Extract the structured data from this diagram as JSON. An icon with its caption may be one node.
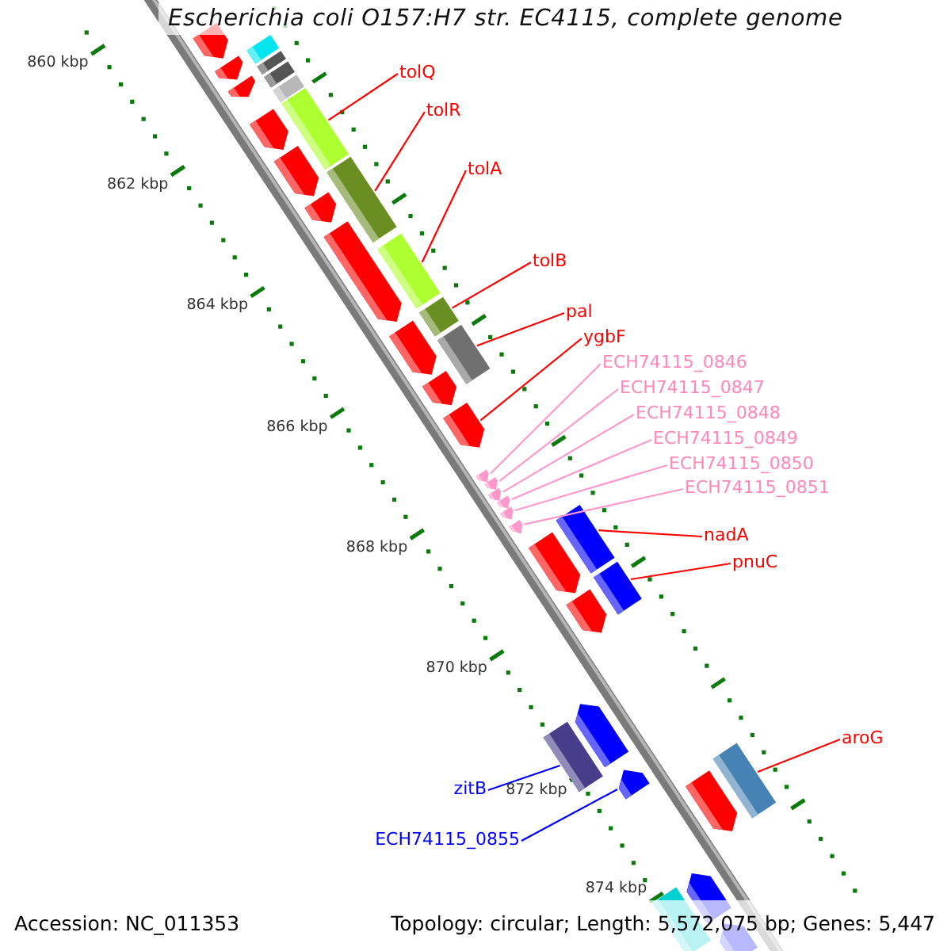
{
  "diagram": {
    "title": "Escherichia coli O157:H7 str. EC4115, complete genome",
    "nodes": [
      {
        "text": [
          "tolQ"
        ]
      },
      {
        "text": [
          "tolR"
        ]
      },
      {
        "text": [
          "tolA"
        ]
      },
      {
        "text": [
          "tolB"
        ]
      },
      {
        "text": [
          "pal"
        ]
      },
      {
        "text": [
          "ygbF"
        ]
      },
      {
        "text": [
          "ECH74115_0846"
        ]
      },
      {
        "text": [
          "ECH74115_0847"
        ]
      },
      {
        "text": [
          "ECH74115_0848"
        ]
      },
      {
        "text": [
          "ECH74115_0849"
        ]
      },
      {
        "text": [
          "ECH74115_0850"
        ]
      },
      {
        "text": [
          "ECH74115_0851"
        ]
      },
      {
        "text": [
          "nadA"
        ]
      },
      {
        "text": [
          "pnuC"
        ]
      },
      {
        "text": [
          "aroG"
        ]
      },
      {
        "text": [
          "zitB"
        ]
      },
      {
        "text": [
          "ECH74115_0855"
        ]
      },
      {
        "text": [],
        "shape": "bar"
      },
      {
        "text": [],
        "shape": "bar"
      },
      {
        "text": [],
        "shape": "bar"
      },
      {
        "text": [],
        "shape": "bar"
      },
      {
        "text": [],
        "shape": "bar"
      },
      {
        "text": [],
        "shape": "arrow"
      },
      {
        "text": [],
        "shape": "arrow"
      },
      {
        "text": [],
        "shape": "arrow"
      },
      {
        "text": [],
        "shape": "arrow"
      },
      {
        "text": [],
        "shape": "arrow"
      },
      {
        "text": [],
        "shape": "arrow"
      },
      {
        "text": [],
        "shape": "arrow"
      },
      {
        "text": [],
        "shape": "bar"
      },
      {
        "text": [],
        "shape": "bar"
      },
      {
        "text": [],
        "shape": "bar"
      },
      {
        "text": [],
        "shape": "bar"
      },
      {
        "text": [],
        "shape": "arrow"
      },
      {
        "text": [],
        "shape": "bar"
      },
      {
        "text": [],
        "shape": "arrow"
      },
      {
        "text": [],
        "shape": "bar"
      },
      {
        "text": [],
        "shape": "arrow"
      },
      {
        "text": [],
        "shape": "bar"
      },
      {
        "text": [],
        "shape": "arrow"
      },
      {
        "text": [],
        "shape": "bar"
      },
      {
        "text": [],
        "shape": "arrow"
      },
      {
        "text": [],
        "shape": "arrow"
      },
      {
        "text": [],
        "shape": "arrow"
      },
      {
        "text": [],
        "shape": "arrow"
      },
      {
        "text": [],
        "shape": "arrow"
      },
      {
        "text": [],
        "shape": "arrow"
      },
      {
        "text": [],
        "shape": "arrow"
      },
      {
        "text": [],
        "shape": "arrow"
      },
      {
        "text": [],
        "shape": "arrow"
      },
      {
        "text": [],
        "shape": "arrow"
      },
      {
        "text": [],
        "shape": "arrow"
      },
      {
        "text": [],
        "shape": "bar"
      },
      {
        "text": [],
        "shape": "arrow"
      }
    ],
    "edges": [
      {
        "from": 0,
        "to": 17,
        "arrow": "none"
      },
      {
        "from": 1,
        "to": 18,
        "arrow": "none"
      },
      {
        "from": 2,
        "to": 19,
        "arrow": "none"
      },
      {
        "from": 3,
        "to": 20,
        "arrow": "none"
      },
      {
        "from": 4,
        "to": 21,
        "arrow": "none"
      },
      {
        "from": 5,
        "to": 22,
        "arrow": "none"
      },
      {
        "from": 6,
        "to": 23,
        "arrow": "none",
        "color": "#ff99cc"
      },
      {
        "from": 7,
        "to": 24,
        "arrow": "none",
        "color": "#ff99cc"
      },
      {
        "from": 8,
        "to": 25,
        "arrow": "none",
        "color": "#ff99cc"
      },
      {
        "from": 9,
        "to": 26,
        "arrow": "none",
        "color": "#ff99cc"
      },
      {
        "from": 10,
        "to": 27,
        "arrow": "none",
        "color": "#ff99cc"
      },
      {
        "from": 11,
        "to": 28,
        "arrow": "none",
        "color": "#ff99cc"
      },
      {
        "from": 12,
        "to": 29,
        "arrow": "none"
      },
      {
        "from": 13,
        "to": 30,
        "arrow": "none"
      },
      {
        "from": 14,
        "to": 31,
        "arrow": "none"
      },
      {
        "from": 15,
        "to": 32,
        "arrow": "none",
        "color": "#0000ff"
      },
      {
        "from": 16,
        "to": 33,
        "arrow": "none",
        "color": "#0000ff"
      }
    ],
    "labels": [
      "860 kbp",
      "862 kbp",
      "864 kbp",
      "866 kbp",
      "868 kbp",
      "870 kbp",
      "872 kbp",
      "874 kbp",
      "Accession: NC_011353",
      "Topology: circular; Length: 5,572,075 bp; Genes: 5,447"
    ]
  }
}
